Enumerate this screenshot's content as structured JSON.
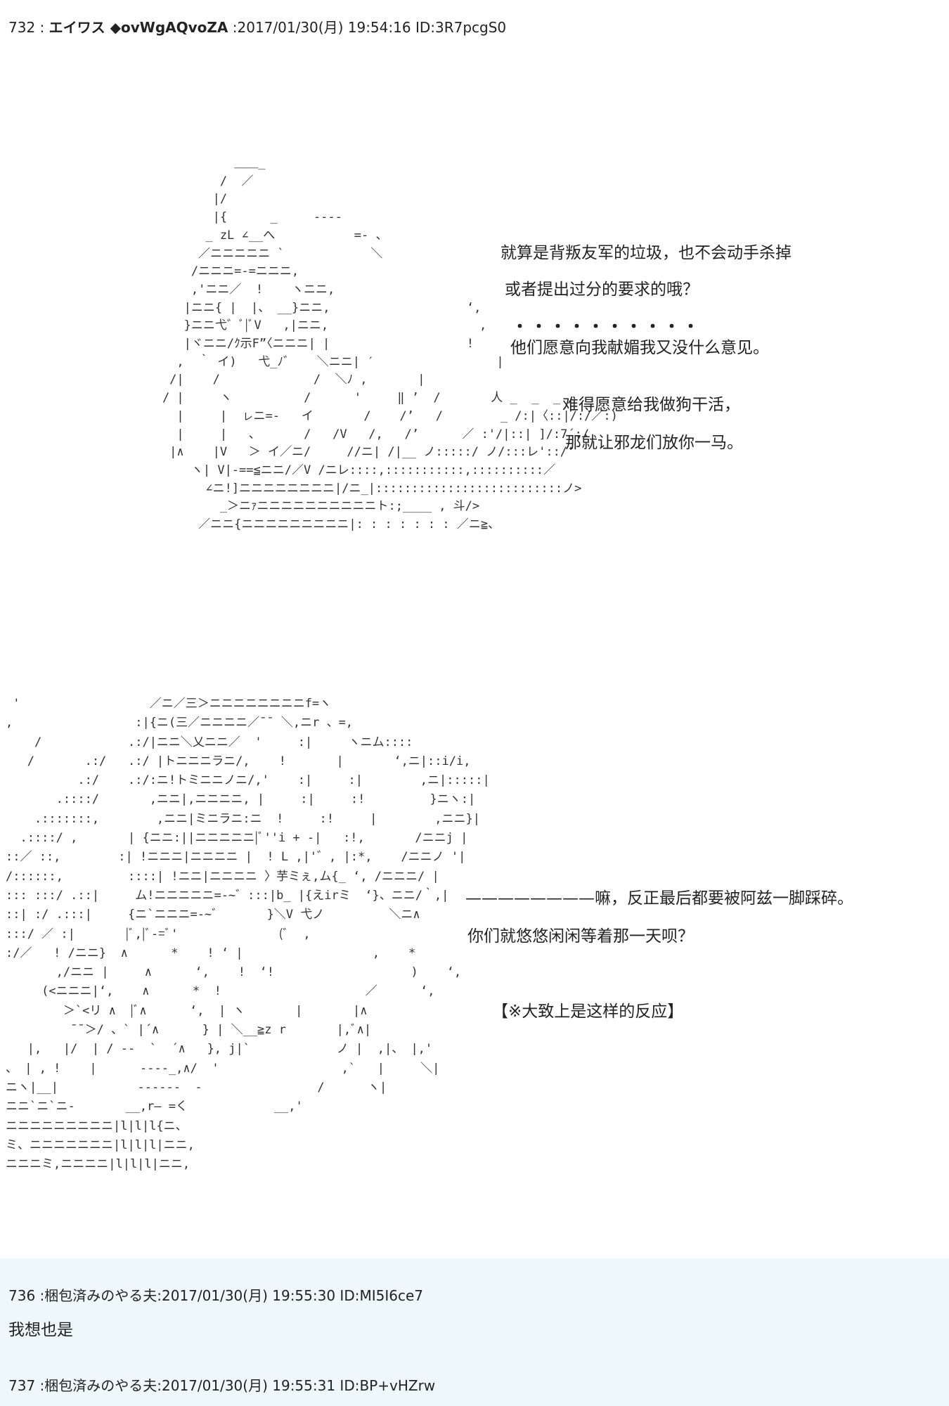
{
  "post_732": {
    "number": "732",
    "sep": ":",
    "name": "エイワス ◆ovWgAQvoZA",
    "date": ":2017/01/30(月) 19:54:16",
    "id": "ID:3R7pcgS0",
    "aa1_lines": [
      "              ＿＿_",
      "            /  ／",
      "           |/",
      "           |{      _     ----",
      "          _ zL ∠__へ           =- 、",
      "         ／ニニニニニ `            ＼",
      "        /ニニニ=-=ニニニ,",
      "        ,'ニニ／  !    ヽニニ,",
      "       |ニニ{ |  |、 __}ニニ,                   ‘,",
      "       }ニニ弋゛ﾞ|ﾞV   ,|ニニ,                     ,",
      "       |ヾニニ/ｸ示F”〈ニニニ| |                   !",
      "      ,  ｀ イ)   弋_ﾉ゛   ＼ニニ| ′                 |",
      "     /|    /             /  ＼ﾉ ,       |",
      "    / |     ヽ          /      '     ‖ ’  /       人 _  _  _",
      "      |     |  ㇾニ=-   イ       /    /’   /        _ /:|〈::|/:/／:)",
      "      |     |   、      /   /V   /,   /’      ／ :'/|::| ]/:7´:/",
      "     |∧    |V   ＞ イ／ニ/     //ニ| /|__ ノ:::::/ ノ/:::レ'::/'",
      "        ヽ| V|-==≦ニニ/／V /ニレ::::,:::::::::::,::::::::::／",
      "          ∠ニ!]ニニニニニニニニ|/ニ_|::::::::::::::::::::::::::ノ>",
      "            _＞ニｧニニニニニニニニニニト:;____ , 斗/>",
      "         ／ニニ{ニニニニニニニニニ|: : : : : : : ／ニ≧、"
    ],
    "lines_right": [
      "就算是背叛友军的垃圾，也不会动手杀掉",
      "或者提出过分的要求的哦？",
      "・・・・・・・・・・",
      "他们愿意向我献媚我又没什么意见。",
      "难得愿意给我做狗干活，",
      "那就让邪龙们放你一马。"
    ],
    "aa2_lines": [
      " '                  ／ニ／三＞ニニニニニニニニf=ヽ",
      ",                 :|{ニ(三／ニニニニ／¯¯ ＼,ニr 、=,",
      "    /            .:/|ニニ＼乂ニニ／  '     :|     ヽニム::::",
      "   /       .:/   .:/ |トニニニラニ/,    !       |       ‘,ニ|::i/i,",
      "          .:/    .:/:ニ!トミニニノニ/,'    :|     :|        ,ニ|:::::|",
      "       .::::/       ,ニニ|,ニニニニ, |     :|     :!         }ニヽ:|",
      "    .:::::::,        ,ニニ|ミニラニ:ニ  !     :!     |        ,ニニ}|",
      "  .::::/ ,       | {ニニ:||ニニニニニ|ﾞ''i + -|   :!,       /ニニj |",
      "::／ ::,        :| !ニニニ|ニニニニ |  ! L ,|'゛, |:*,    /ニニノ '|",
      "/::::::,         ::::| !ニニ|ニニニニ 〉芋ミぇ,ム{_ ‘, /ニニニ/ |",
      "::: :::/ .::|     ム!ニニニニニ=-~゛:::|b_ |{えirミ  ‘}、ニニ/｀,|",
      "::| :/ .:::|     {ニ`ニニニ=-~゛      }＼V 弋ノ         ＼ニ∧",
      ":::/ ／ :|       |ﾞ,|ﾞ-=ﾞ'              (ﾞ  ,",
      ":/／   ! /ニニ}  ∧      *    ! ‘ |                  ,    *",
      "       ,/ニニ |     ∧      ‘,    !  ‘!                   )    ‘,",
      "     (<ニニニ|‘,    ∧      *  !                    ／      ‘,",
      "        ＞`<リ ∧  |ﾞ∧      ‘,  | ヽ       |       |∧",
      "         ¯¯＞/ 、` |´∧      } | ＼__≧z r       |,ﾞ∧|",
      "   |,   |/  | / --  `  ´∧   }, j|`            ノ |  ,|、 |,'",
      "、 | , !    |      ----_,∧/  '                 ,`   |     ＼|",
      "ニヽ|__|           ------  -                /      ヽ|",
      "ニニ`ニ`ニ-       __,r― =く            __,'",
      "ニニニニニニニニニ|l|l|l{ニ、",
      "ミ、ニニニニニニニ|l|l|l|ニニ,",
      "ニニニミ,ニニニニ|l|l|l|ニニ,"
    ],
    "lines_right_2": [
      "————————嘛，反正最后都要被阿兹一脚踩碎。",
      "你们就悠悠闲闲等着那一天呗？",
      "【※大致上是这样的反应】"
    ]
  },
  "post_736": {
    "header": "736 :梱包済みのやる夫:2017/01/30(月) 19:55:30 ID:MI5I6ce7",
    "body": "我想也是"
  },
  "post_737": {
    "header": "737 :梱包済みのやる夫:2017/01/30(月) 19:55:31 ID:BP+vHZrw"
  }
}
